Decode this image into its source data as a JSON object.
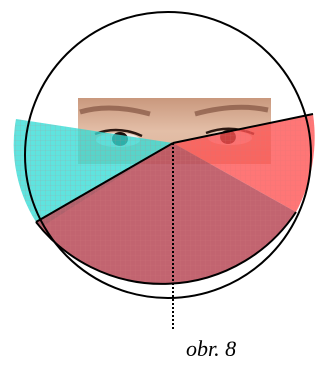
{
  "figure": {
    "caption": "obr. 8",
    "colors": {
      "cyan_sector": "#32dcd6",
      "red_sector": "#ff5050",
      "dark_red_sector": "#b94f5c",
      "grid_line": "#d07a7a",
      "outline": "#000000",
      "skin": "#d9b69e"
    },
    "elements": [
      "eye-photo",
      "cyan-sector",
      "red-sector",
      "dark-red-sector",
      "circle-outline",
      "vertical-dotted-line"
    ]
  }
}
